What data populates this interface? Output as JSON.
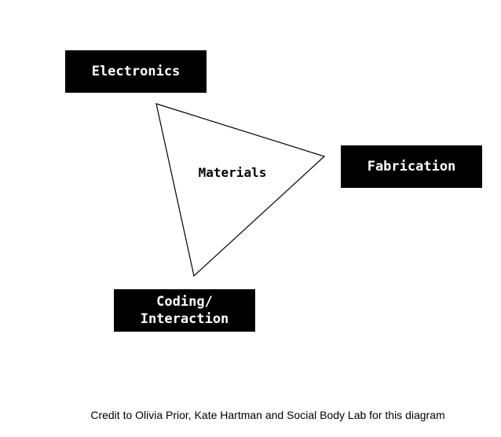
{
  "diagram": {
    "nodes": {
      "electronics": "Electronics",
      "fabrication": "Fabrication",
      "coding_line1": "Coding/",
      "coding_line2": "Interaction"
    },
    "center": "Materials",
    "credit": "Credit to Olivia Prior, Kate Hartman and Social Body Lab for this diagram"
  }
}
